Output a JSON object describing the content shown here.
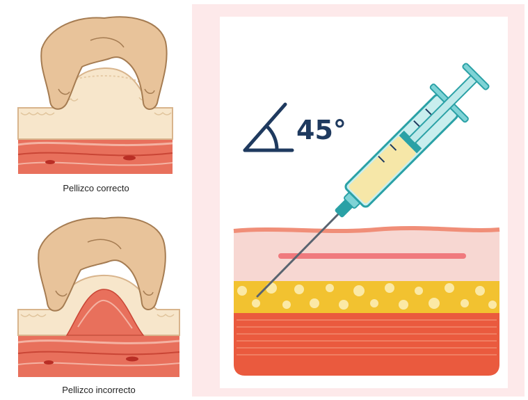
{
  "panels": {
    "correct": {
      "caption": "Pellizco correcto"
    },
    "incorrect": {
      "caption": "Pellizco incorrecto"
    }
  },
  "injection": {
    "angle_label": "45°"
  },
  "colors": {
    "skin_fill": "#f5e3c8",
    "skin_outline": "#d8b48c",
    "muscle": "#e05a45",
    "muscle_light": "#f2a08e",
    "fat": "#f2c230",
    "fat_blob": "#fbe9a6",
    "syringe": "#7fd3d6",
    "syringe_dark": "#2aa1a6",
    "angle_ink": "#1f3a5f",
    "frame_bg": "#fde9ea"
  }
}
